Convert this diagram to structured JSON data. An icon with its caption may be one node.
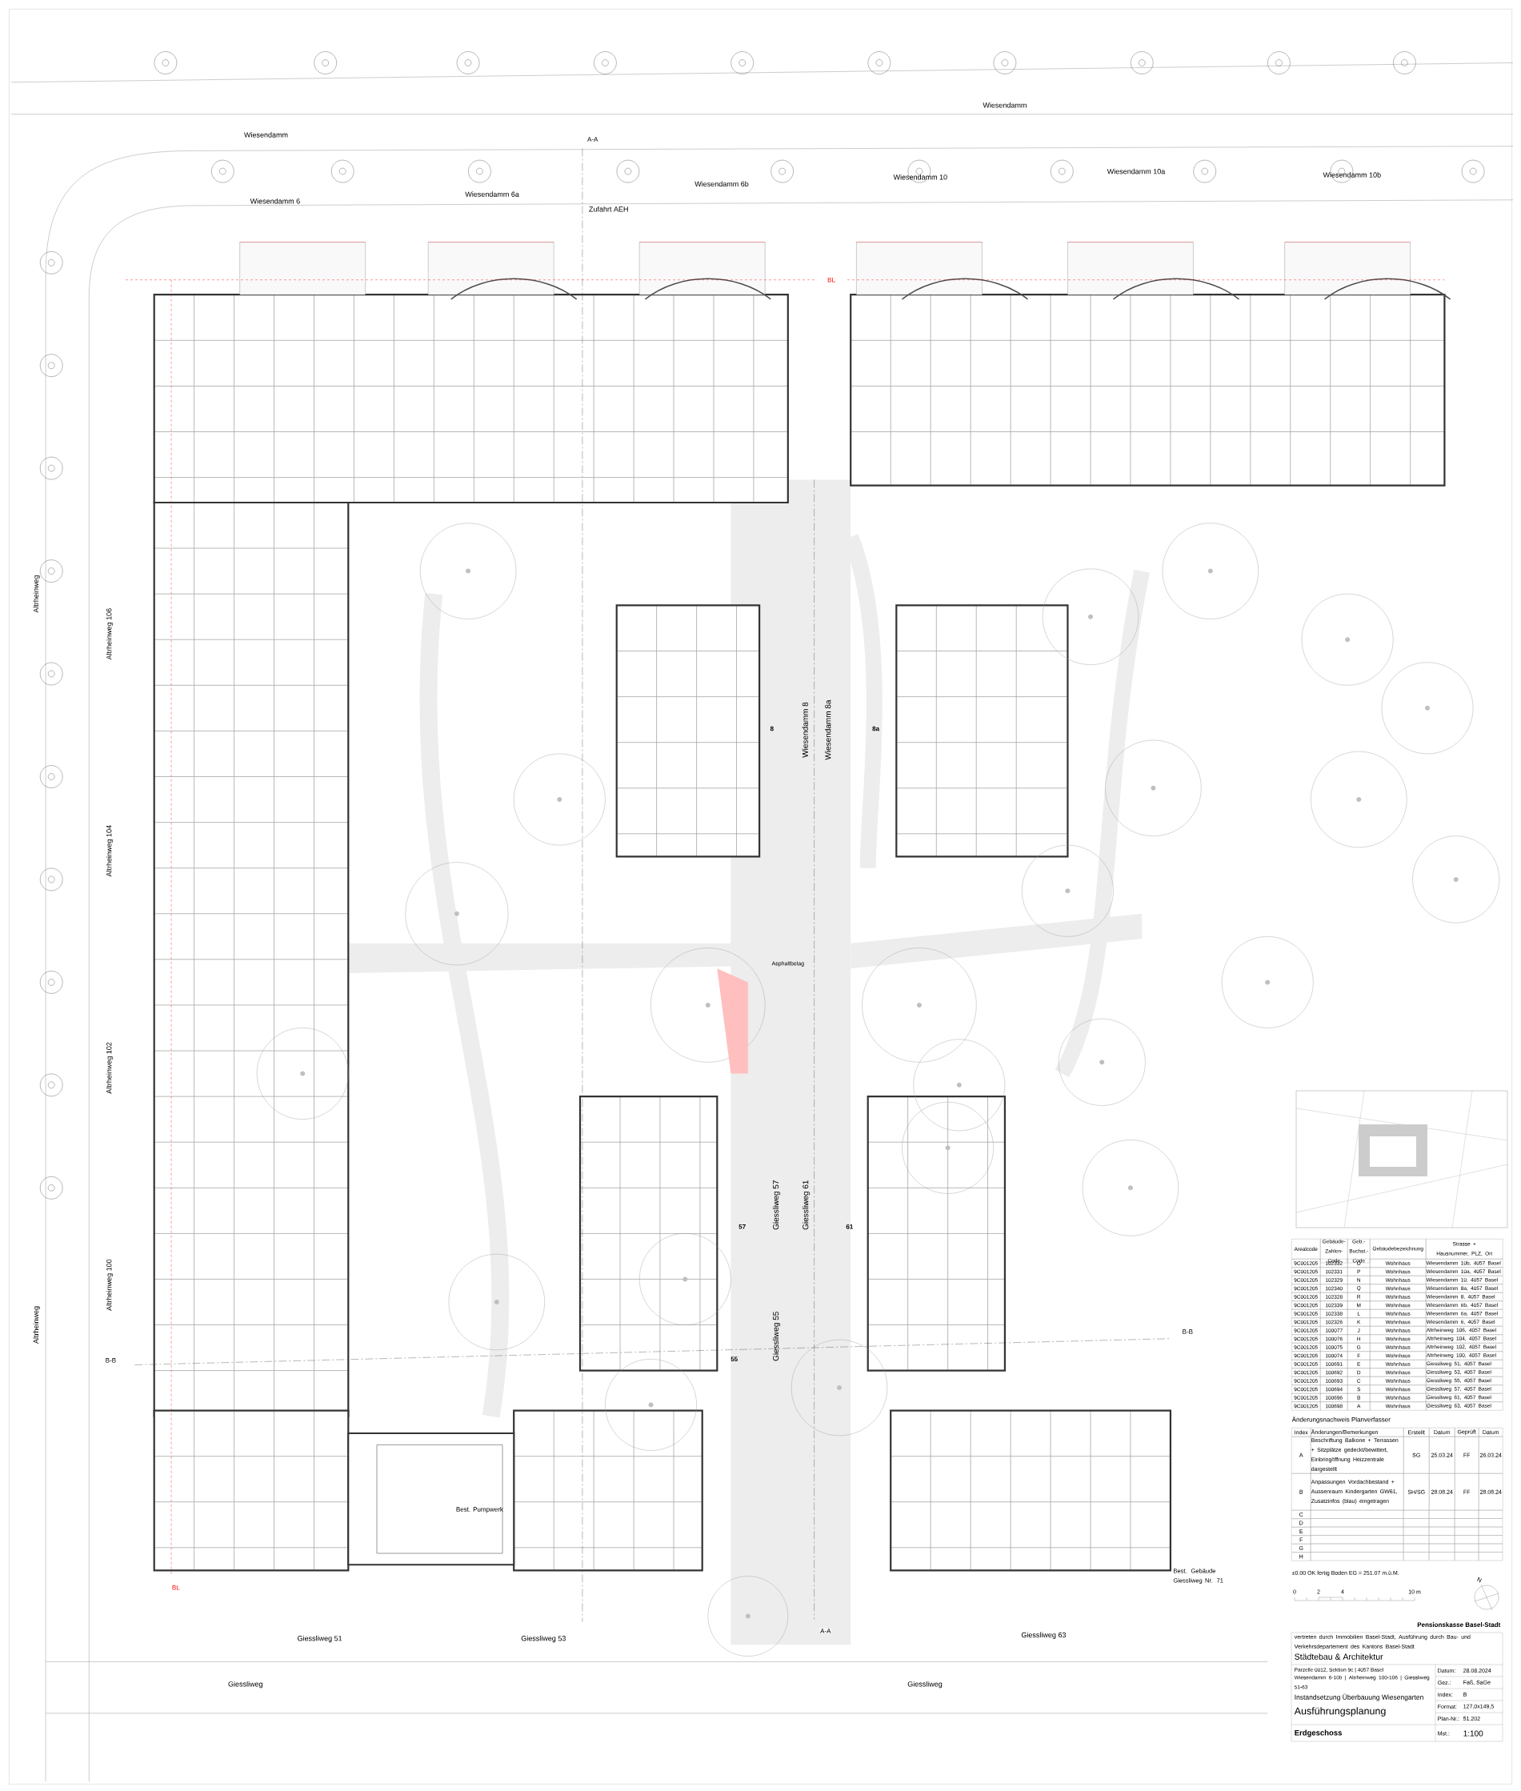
{
  "diagram": {
    "labels": [
      "Wiesendamm",
      "Wiesendamm",
      "A-A",
      "Wiesendamm 6",
      "Wiesendamm 6a",
      "Wiesendamm 6b",
      "Zufahrt AEH",
      "Wiesendamm 10",
      "Wiesendamm 10a",
      "Wiesendamm 10b",
      "BL",
      "Altrheinweg",
      "Altrheinweg 106",
      "Wiesendamm 8",
      "Wiesendamm 8a",
      "8",
      "8a",
      "Altrheinweg 104",
      "Asphaltbelag",
      "Altrheinweg 102",
      "Giessliweg 57",
      "Giessliweg 61",
      "57",
      "61",
      "Altrheinweg 100",
      "Altrheinweg",
      "B-B",
      "55",
      "Giessliweg 55",
      "B-B",
      "Best. Pumpwerk",
      "Best. Gebäude Giessliweg Nr. 71",
      "BL",
      "A-A",
      "Giessliweg 63",
      "Giessliweg 51",
      "Giessliweg 53",
      "Giessliweg",
      "Giessliweg",
      "Arealcode",
      "Gebäude-Zahlen-Code",
      "Geb.-Buchst.-Code",
      "Gebäudebezeichnung",
      "Strasse + Hausnummer, PLZ, Ort",
      "9C001205",
      "102332",
      "O",
      "Wohnhaus",
      "Wiesendamm 10b, 4057 Basel",
      "9C001205",
      "102331",
      "P",
      "Wohnhaus",
      "Wiesendamm 10a, 4057 Basel",
      "9C001205",
      "102329",
      "N",
      "Wohnhaus",
      "Wiesendamm 10, 4057 Basel",
      "9C001205",
      "102340",
      "Q",
      "Wohnhaus",
      "Wiesendamm 8a, 4057 Basel",
      "9C001205",
      "102328",
      "R",
      "Wohnhaus",
      "Wiesendamm 8, 4057 Basel",
      "9C001205",
      "102339",
      "M",
      "Wohnhaus",
      "Wiesendamm 6b, 4057 Basel",
      "9C001205",
      "102338",
      "L",
      "Wohnhaus",
      "Wiesendamm 6a, 4057 Basel",
      "9C001205",
      "102326",
      "K",
      "Wohnhaus",
      "Wiesendamm 6, 4057 Basel",
      "9C001205",
      "100077",
      "J",
      "Wohnhaus",
      "Altrheinweg 106, 4057 Basel",
      "9C001205",
      "100076",
      "H",
      "Wohnhaus",
      "Altrheinweg 104, 4057 Basel",
      "9C001205",
      "100075",
      "G",
      "Wohnhaus",
      "Altrheinweg 102, 4057 Basel",
      "9C001205",
      "100074",
      "F",
      "Wohnhaus",
      "Altrheinweg 100, 4057 Basel",
      "9C001205",
      "100691",
      "E",
      "Wohnhaus",
      "Giessliweg 51, 4057 Basel",
      "9C001205",
      "100692",
      "D",
      "Wohnhaus",
      "Giessliweg 53, 4057 Basel",
      "9C001205",
      "100693",
      "C",
      "Wohnhaus",
      "Giessliweg 55, 4057 Basel",
      "9C001205",
      "100694",
      "S",
      "Wohnhaus",
      "Giessliweg 57, 4057 Basel",
      "9C001205",
      "100696",
      "B",
      "Wohnhaus",
      "Giessliweg 61, 4057 Basel",
      "9C001205",
      "100698",
      "A",
      "Wohnhaus",
      "Giessliweg 63, 4057 Basel",
      "Änderungsnachweis Planverfasser",
      "Index",
      "Änderungen/Bemerkungen",
      "Erstellt",
      "Datum",
      "Geprüft",
      "Datum",
      "A",
      "Beschriftung Balkone + Terrassen + Sitzplätze gedeckt/bewittert, Einbringöffnung Heizzentrale dargestellt",
      "SG",
      "25.03.24",
      "FF",
      "26.03.24",
      "B",
      "Anpassungen Vordachbestand + Aussenraum Kindergarten GW61, Zusatzinfos (blau) eingetragen",
      "SH/SG",
      "28.08.24",
      "FF",
      "28.08.24",
      "C",
      "D",
      "E",
      "F",
      "G",
      "H",
      "±0.00 OK fertig Boden EG = 251.07 m.ü.M.",
      "0",
      "2",
      "4",
      "10 m",
      "N",
      "Pensionskasse Basel-Stadt",
      "vertreten durch Immobilien Basel-Stadt, Ausführung durch Bau- und Verkehrsdepartement des Kantons Basel-Stadt",
      "Städtebau & Architektur",
      "Parzelle 0012, Sektion 9c | 4057 Basel",
      "Wiesendamm 6-10b | Altrheinweg 100-106 | Giessliweg 51-63",
      "Instandsetzung Überbauung Wiesengarten",
      "Ausführungsplanung",
      "Erdgeschoss",
      "Datum:",
      "28.08.2024",
      "Gez.:",
      "Faß, SaGe",
      "Index:",
      "B",
      "Format:",
      "127,0x149,5",
      "Plan-Nr.:",
      "51.202",
      "Mst.:",
      "1:100"
    ]
  }
}
